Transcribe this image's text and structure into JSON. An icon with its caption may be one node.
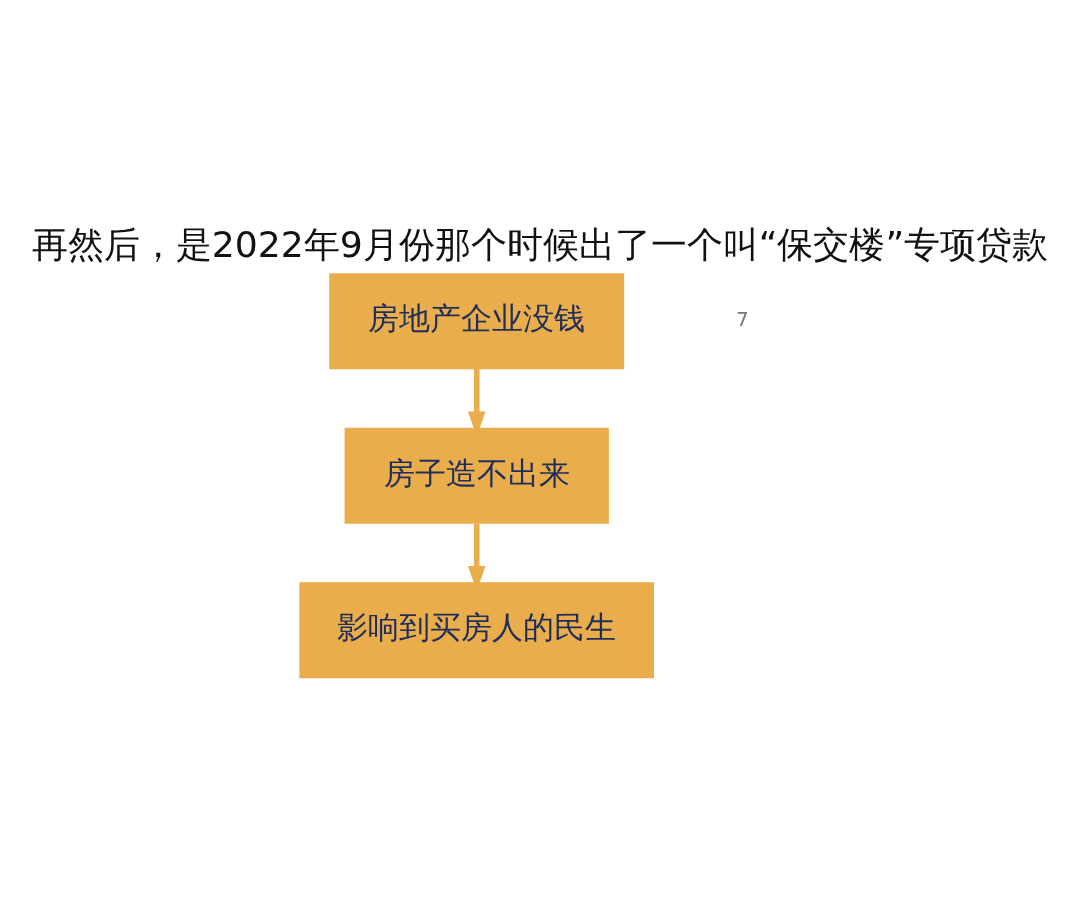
{
  "diagram": {
    "title": "再然后，是2022年9月份那个时候出了一个叫“保交楼”专项贷款",
    "nodes": [
      {
        "text": [
          "房地产企业没钱"
        ]
      },
      {
        "text": [
          "房子造不出来"
        ]
      },
      {
        "text": [
          "影响到买房人的民生"
        ]
      }
    ],
    "edges": [
      {
        "from": 0,
        "to": 1,
        "arrow": "to"
      },
      {
        "from": 1,
        "to": 2,
        "arrow": "to"
      }
    ],
    "labels": [
      "7"
    ]
  }
}
